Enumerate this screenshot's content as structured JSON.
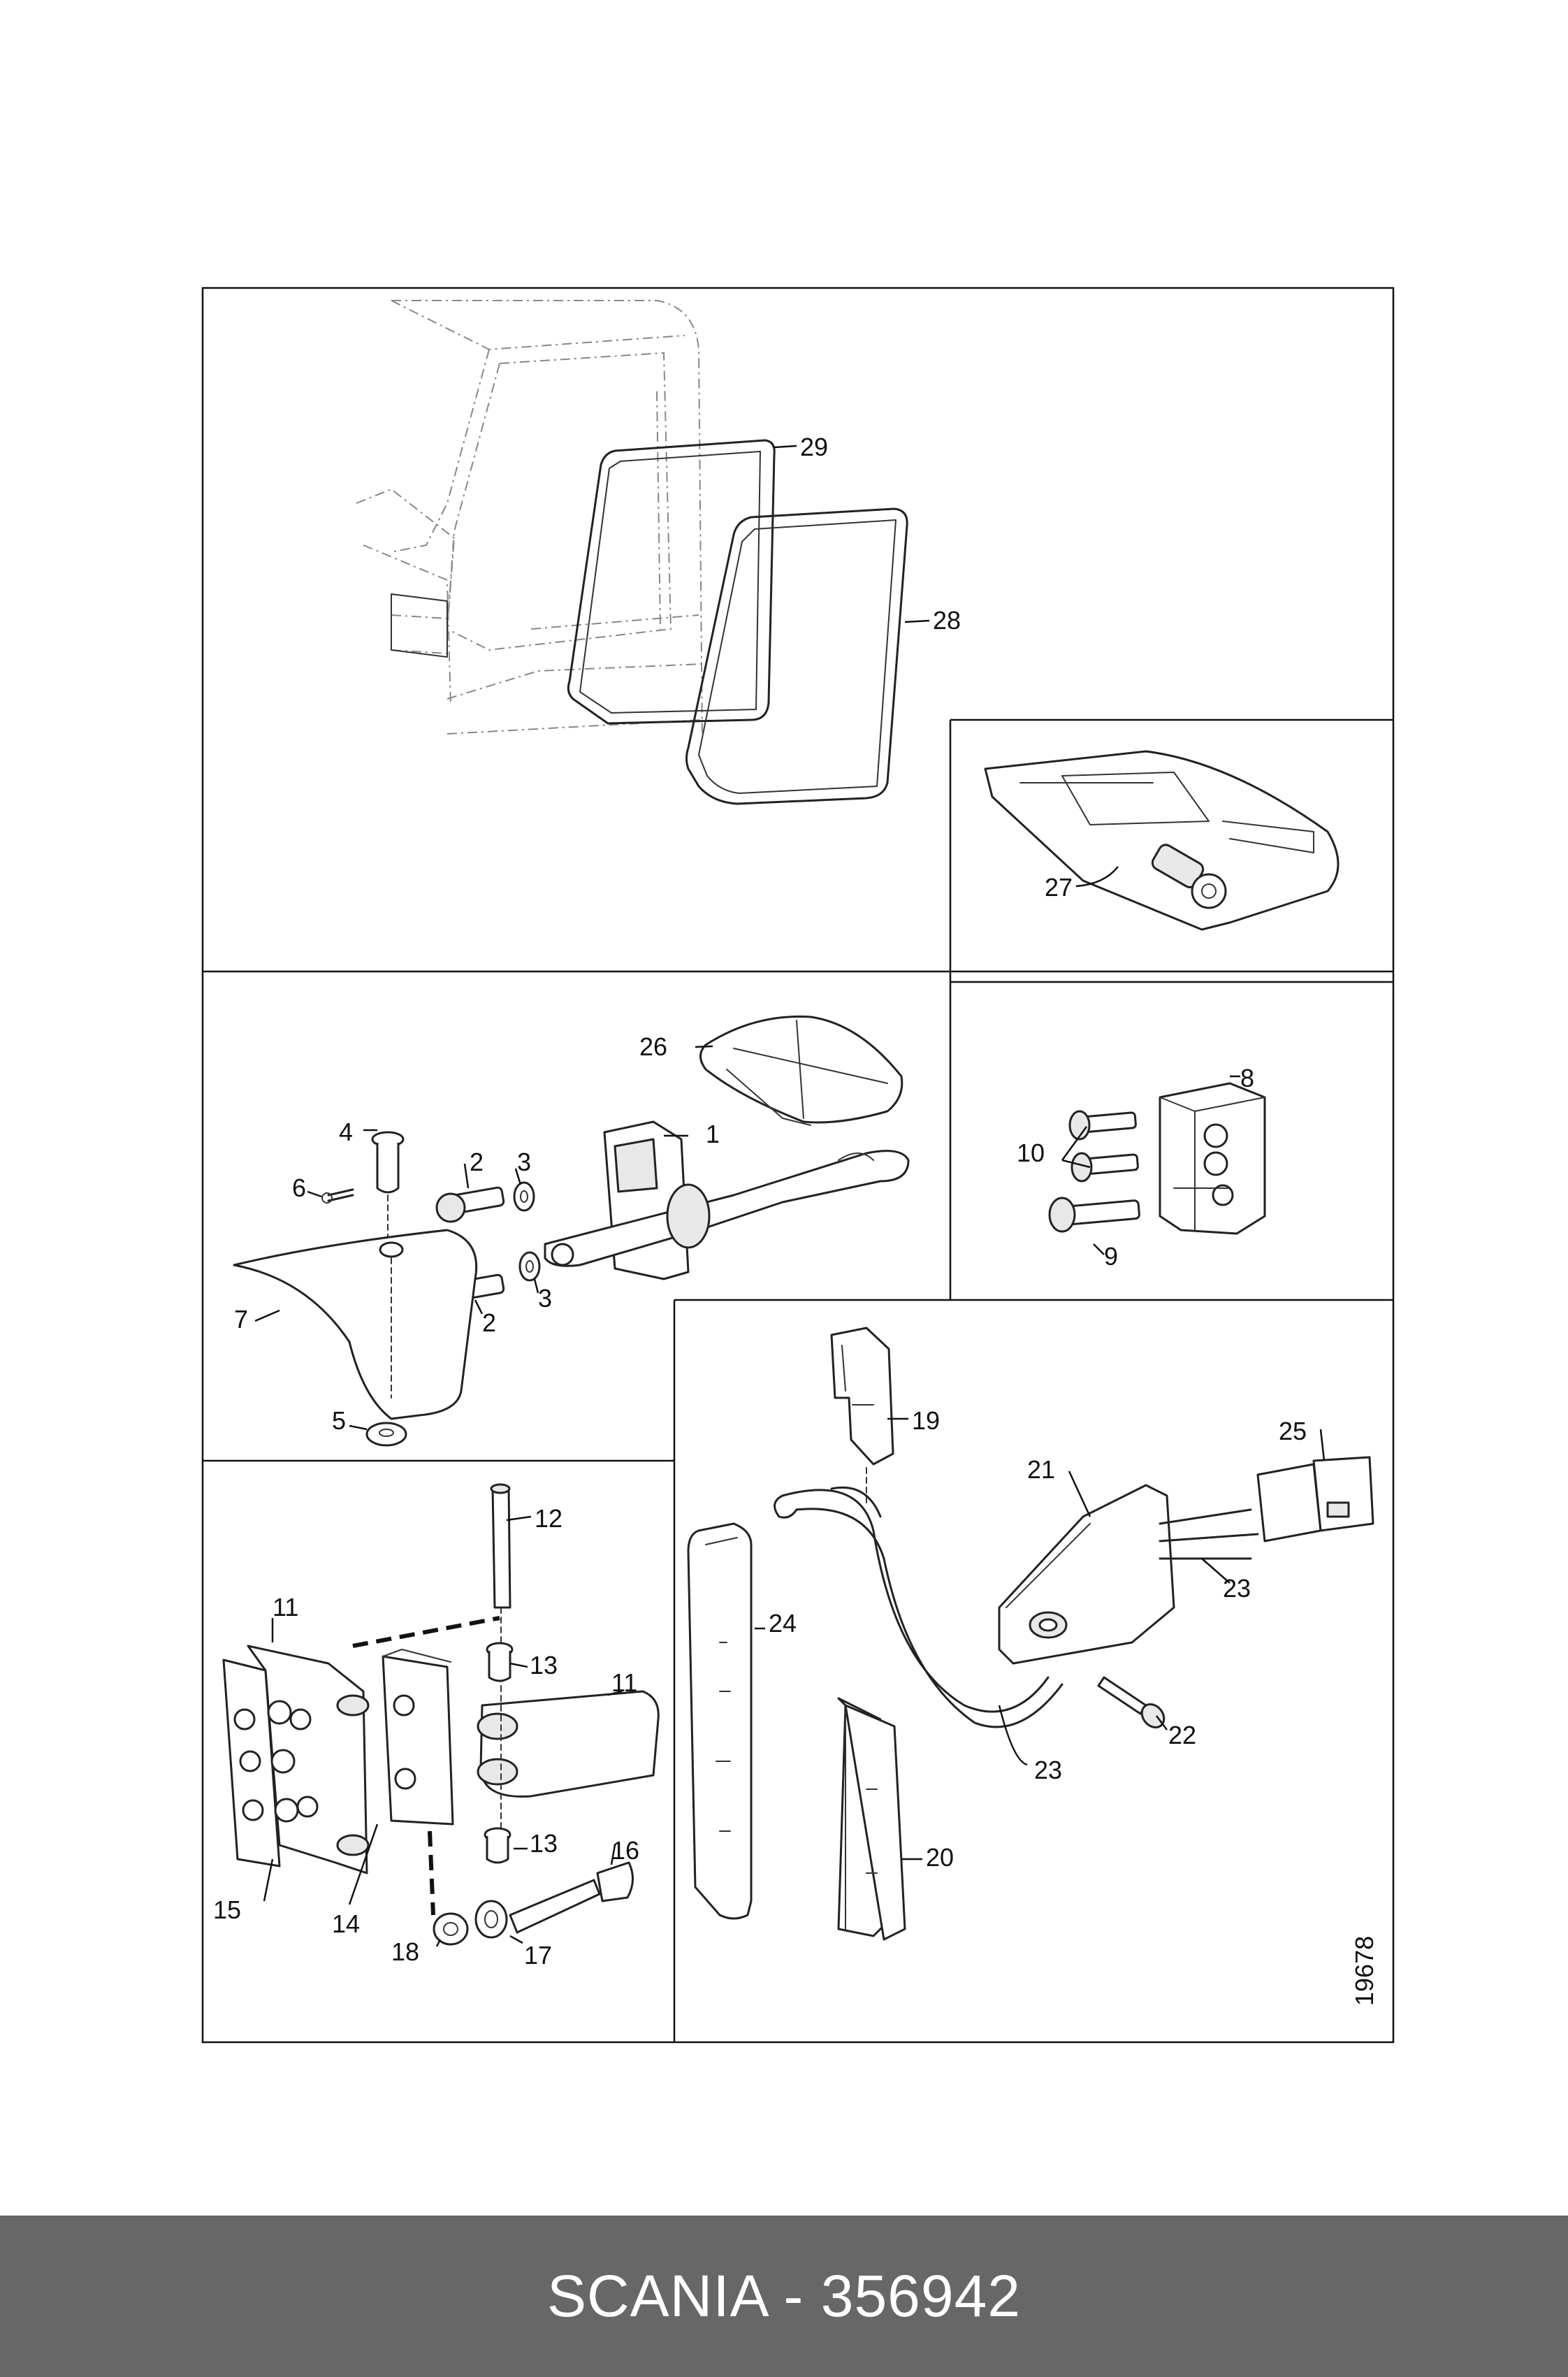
{
  "footer": {
    "caption": "SCANIA - 356942"
  },
  "diagram": {
    "drawing_number": "19678",
    "callouts": [
      "1",
      "2",
      "2",
      "3",
      "3",
      "4",
      "5",
      "6",
      "7",
      "8",
      "9",
      "10",
      "11",
      "11",
      "12",
      "13",
      "13",
      "14",
      "15",
      "16",
      "17",
      "18",
      "19",
      "20",
      "21",
      "22",
      "23",
      "23",
      "24",
      "25",
      "26",
      "27",
      "28",
      "29"
    ]
  }
}
